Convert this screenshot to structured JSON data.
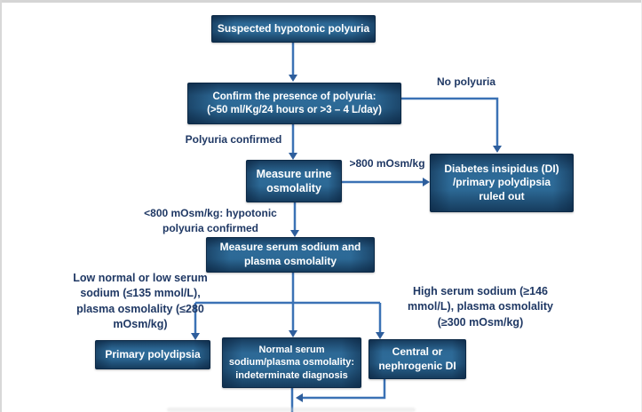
{
  "palette": {
    "node_fill": "#2e6da4",
    "node_edge_dark": "#0c2946",
    "node_text": "#ffffff",
    "arrow_line": "#3b72b5",
    "arrow_head": "#2e5e9c",
    "label_text": "#1f3864",
    "frame_border": "#d5d5d5"
  },
  "nodes": {
    "suspected_polyuria": {
      "text": "Suspected hypotonic polyuria"
    },
    "confirm_polyuria": {
      "text": "Confirm the presence of polyuria:\n(>50 ml/Kg/24 hours or >3 – 4 L/day)"
    },
    "measure_urine_osmolality": {
      "text": "Measure urine\nosmolality"
    },
    "di_ruled_out": {
      "text": "Diabetes insipidus (DI)\n/primary polydipsia\nruled out"
    },
    "measure_serum": {
      "text": "Measure serum sodium and\nplasma osmolality"
    },
    "primary_polydipsia": {
      "text": "Primary polydipsia"
    },
    "indeterminate": {
      "text": "Normal serum\nsodium/plasma osmolality:\nindeterminate diagnosis"
    },
    "central_nephrogenic_di": {
      "text": "Central or\nnephrogenic DI"
    }
  },
  "edge_labels": {
    "no_polyuria": "No polyuria",
    "polyuria_confirmed": "Polyuria confirmed",
    "high_urine_osm": ">800 mOsm/kg",
    "low_urine_osm": "<800 mOsm/kg: hypotonic\npolyuria confirmed",
    "low_sodium": "Low normal or low serum\nsodium (≤135 mmol/L),\nplasma osmolality (≤280\nmOsm/kg)",
    "high_sodium": "High serum sodium (≥146\nmmol/L), plasma osmolality\n(≥300 mOsm/kg)"
  }
}
